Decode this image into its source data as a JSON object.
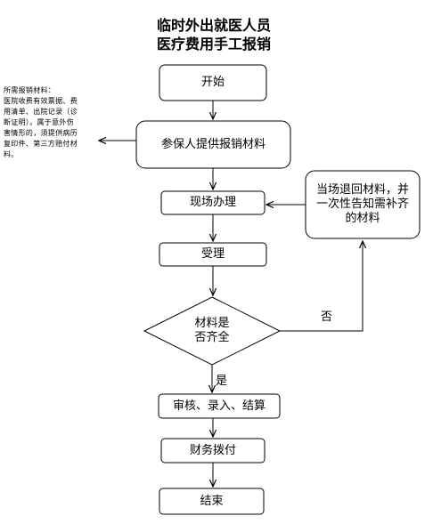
{
  "title": {
    "line1": "临时外出就医人员",
    "line2": "医疗费用手工报销"
  },
  "side_note": {
    "lines": [
      "所需报销材料：",
      "医院收费有效票据、费",
      "用清单、出院记录（诊",
      "断证明）。属于意外伤",
      "害情形的，须提供病历",
      "复印件、第三方赔付材",
      "料。"
    ]
  },
  "nodes": {
    "start": "开始",
    "submit": "参保人提供报销材料",
    "onsite": "现场办理",
    "accept": "受理",
    "decision_line1": "材料是",
    "decision_line2": "否齐全",
    "return_line1": "当场退回材料，并",
    "return_line2": "一次性告知需补齐",
    "return_line3": "的材料",
    "review": "审核、录入、结算",
    "payment": "财务拨付",
    "end": "结束"
  },
  "edge_labels": {
    "yes": "是",
    "no": "否"
  }
}
